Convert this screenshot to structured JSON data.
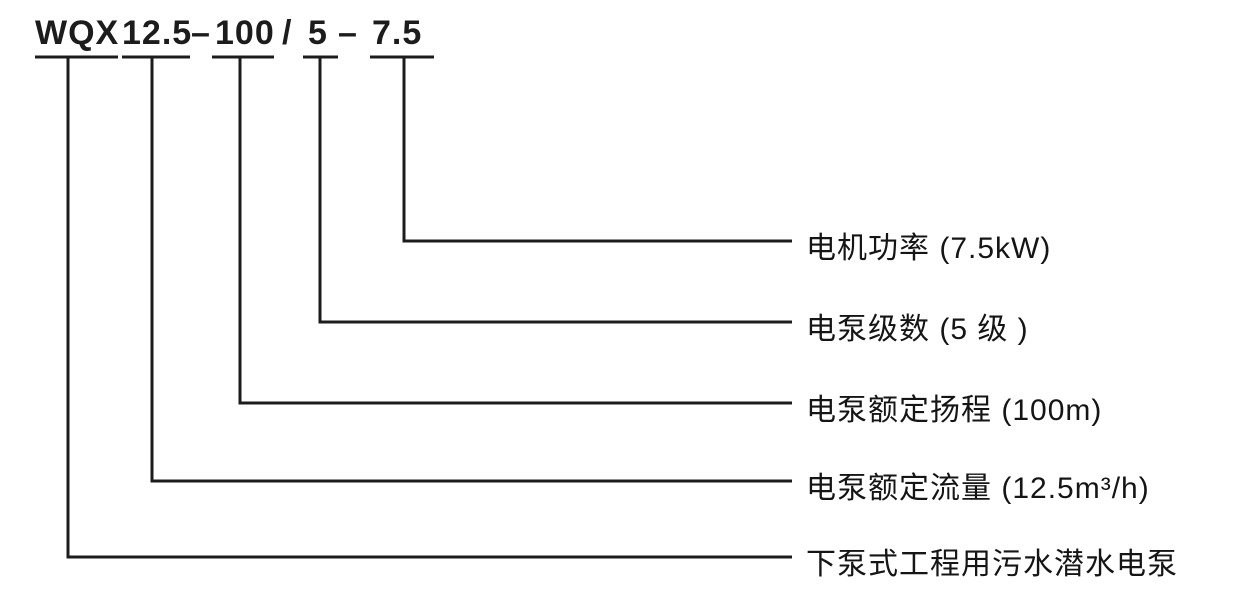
{
  "diagram": {
    "code": {
      "prefix": "WQX",
      "flow": "12.5",
      "sep1": "–",
      "head": "100",
      "sep2": "/",
      "stages": "5",
      "sep3": "–",
      "power": "7.5"
    },
    "labels": {
      "power": "电机功率 (7.5kW)",
      "stages": "电泵级数 (5 级 )",
      "head": "电泵额定扬程 (100m)",
      "flow": "电泵额定流量 (12.5m³/h)",
      "type": "下泵式工程用污水潜水电泵"
    }
  }
}
